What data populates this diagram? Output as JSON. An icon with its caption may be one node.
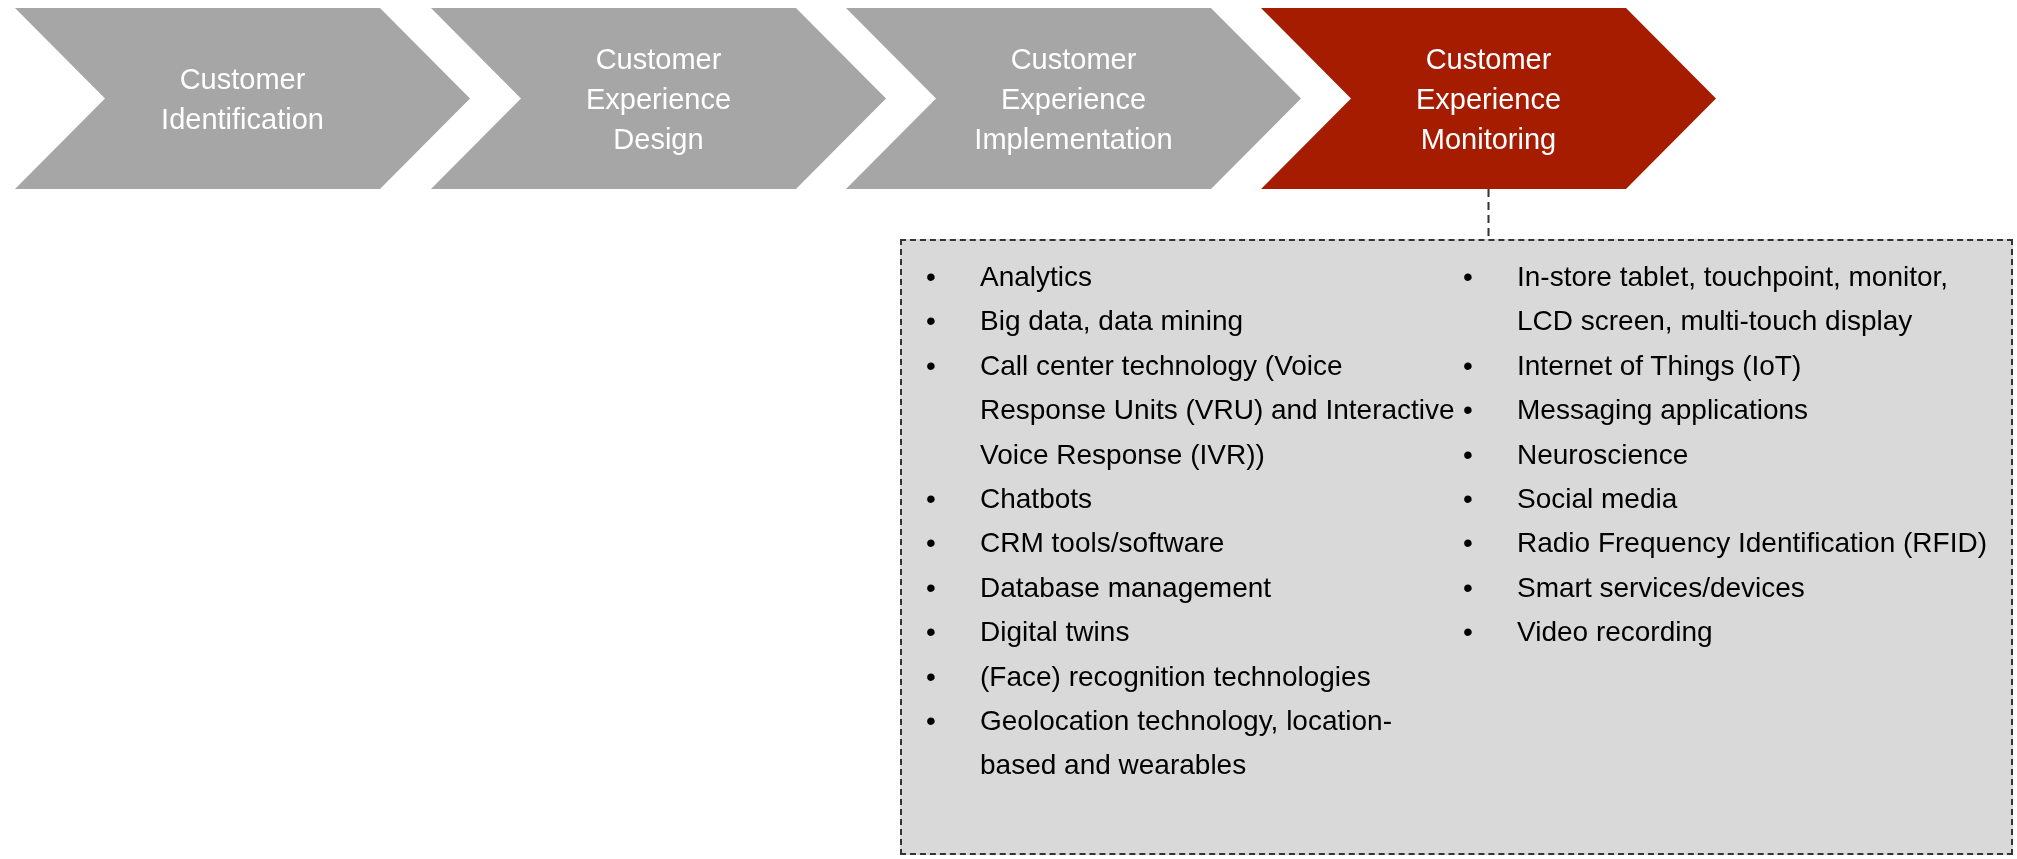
{
  "diagram": {
    "nodes": [
      {
        "text": [
          "Customer Identification"
        ]
      },
      {
        "text": [
          "Customer Experience Design"
        ]
      },
      {
        "text": [
          "Customer Experience Implementation"
        ]
      },
      {
        "text": [
          "Customer Experience Monitoring"
        ]
      },
      {
        "text": [
          "Analytics",
          "Big data, data mining",
          "Call center technology (Voice Response Units (VRU) and Interactive Voice Response (IVR))",
          "Chatbots",
          "CRM tools/software",
          "Database management",
          "Digital twins",
          "(Face) recognition technologies",
          "Geolocation technology, location-based and wearables",
          "In-store tablet, touchpoint, monitor, LCD screen, multi-touch display",
          "Internet of Things (IoT)",
          "Messaging applications",
          "Neuroscience",
          "Social media",
          "Radio Frequency Identification (RFID)",
          "Smart services/devices",
          "Video recording"
        ]
      }
    ],
    "labels": [
      "•",
      "•",
      "•",
      "•",
      "•",
      "•",
      "•",
      "•",
      "•",
      "•",
      "•",
      "•",
      "•",
      "•",
      "•",
      "•",
      "•"
    ],
    "edges": [
      {
        "from": 3,
        "to": 4,
        "arrow": "none",
        "style": "dashed"
      }
    ]
  }
}
